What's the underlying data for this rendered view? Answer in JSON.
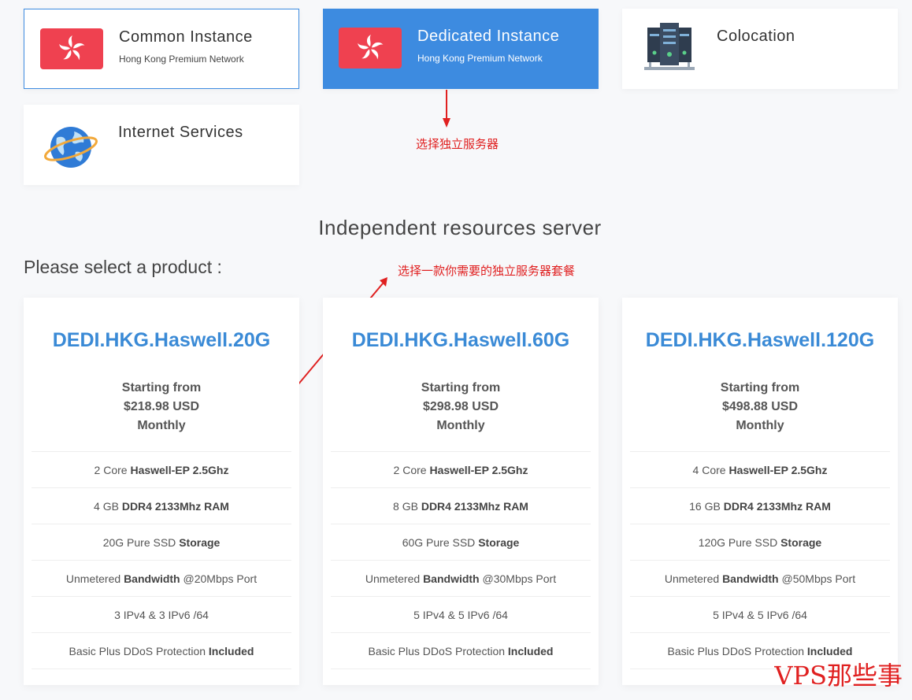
{
  "categories": [
    {
      "title": "Common Instance",
      "subtitle": "Hong Kong Premium Network",
      "icon": "hk-flag-icon"
    },
    {
      "title": "Dedicated Instance",
      "subtitle": "Hong Kong Premium Network",
      "icon": "hk-flag-icon"
    },
    {
      "title": "Colocation",
      "subtitle": "",
      "icon": "server-rack-icon"
    },
    {
      "title": "Internet Services",
      "subtitle": "",
      "icon": "globe-icon"
    }
  ],
  "annotations": {
    "select_dedicated": "选择独立服务器",
    "select_package": "选择一款你需要的独立服务器套餐"
  },
  "section_title": "Independent resources server",
  "select_label": "Please select a product :",
  "products": [
    {
      "name": "DEDI.HKG.Haswell.20G",
      "price_line1": "Starting from",
      "price_line2": "$218.98 USD",
      "price_line3": "Monthly",
      "specs": [
        {
          "pre": "2 Core ",
          "bold": "Haswell-EP 2.5Ghz",
          "post": ""
        },
        {
          "pre": "4 GB ",
          "bold": "DDR4 2133Mhz RAM",
          "post": ""
        },
        {
          "pre": "20G Pure SSD ",
          "bold": "Storage",
          "post": ""
        },
        {
          "pre": "Unmetered ",
          "bold": "Bandwidth",
          "post": " @20Mbps Port"
        },
        {
          "pre": "3 IPv4 & 3 IPv6 /64",
          "bold": "",
          "post": ""
        },
        {
          "pre": "Basic Plus DDoS Protection ",
          "bold": "Included",
          "post": ""
        }
      ]
    },
    {
      "name": "DEDI.HKG.Haswell.60G",
      "price_line1": "Starting from",
      "price_line2": "$298.98 USD",
      "price_line3": "Monthly",
      "specs": [
        {
          "pre": "2 Core ",
          "bold": "Haswell-EP 2.5Ghz",
          "post": ""
        },
        {
          "pre": "8 GB ",
          "bold": "DDR4 2133Mhz RAM",
          "post": ""
        },
        {
          "pre": "60G Pure SSD ",
          "bold": "Storage",
          "post": ""
        },
        {
          "pre": "Unmetered ",
          "bold": "Bandwidth",
          "post": " @30Mbps Port"
        },
        {
          "pre": "5 IPv4 & 5 IPv6 /64",
          "bold": "",
          "post": ""
        },
        {
          "pre": "Basic Plus DDoS Protection ",
          "bold": "Included",
          "post": ""
        }
      ]
    },
    {
      "name": "DEDI.HKG.Haswell.120G",
      "price_line1": "Starting from",
      "price_line2": "$498.88 USD",
      "price_line3": "Monthly",
      "specs": [
        {
          "pre": "4 Core ",
          "bold": "Haswell-EP 2.5Ghz",
          "post": ""
        },
        {
          "pre": "16 GB ",
          "bold": "DDR4 2133Mhz RAM",
          "post": ""
        },
        {
          "pre": "120G Pure SSD ",
          "bold": "Storage",
          "post": ""
        },
        {
          "pre": "Unmetered ",
          "bold": "Bandwidth",
          "post": " @50Mbps Port"
        },
        {
          "pre": "5 IPv4 & 5 IPv6 /64",
          "bold": "",
          "post": ""
        },
        {
          "pre": "Basic Plus DDoS Protection ",
          "bold": "Included",
          "post": ""
        }
      ]
    }
  ],
  "watermark": "VPS那些事",
  "colors": {
    "accent": "#3d8be0",
    "flag": "#ef4150",
    "annotation": "#e02020",
    "product_name": "#3a8ad6"
  }
}
